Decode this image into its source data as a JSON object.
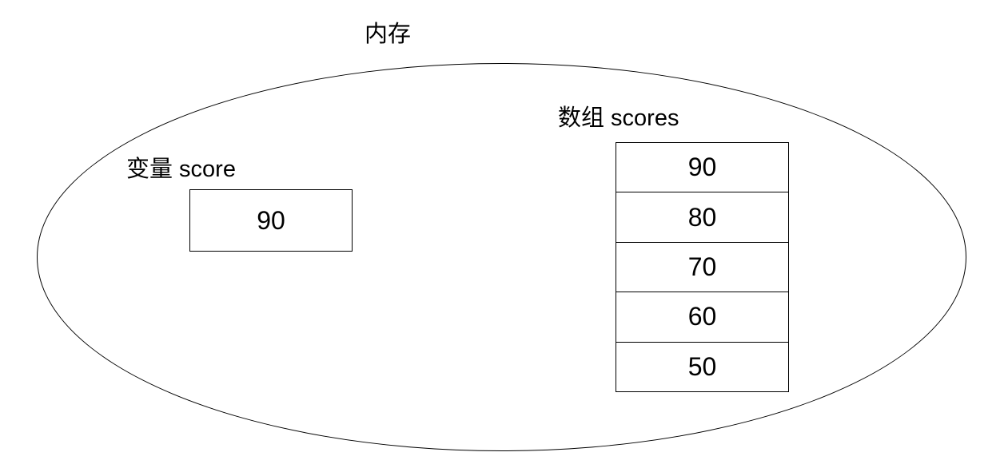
{
  "diagram": {
    "title": "内存",
    "variable": {
      "label": "变量 score",
      "value": "90"
    },
    "array": {
      "label": "数组 scores",
      "cells": [
        "90",
        "80",
        "70",
        "60",
        "50"
      ]
    }
  },
  "colors": {
    "background": "#ffffff",
    "stroke": "#000000",
    "text": "#000000"
  }
}
